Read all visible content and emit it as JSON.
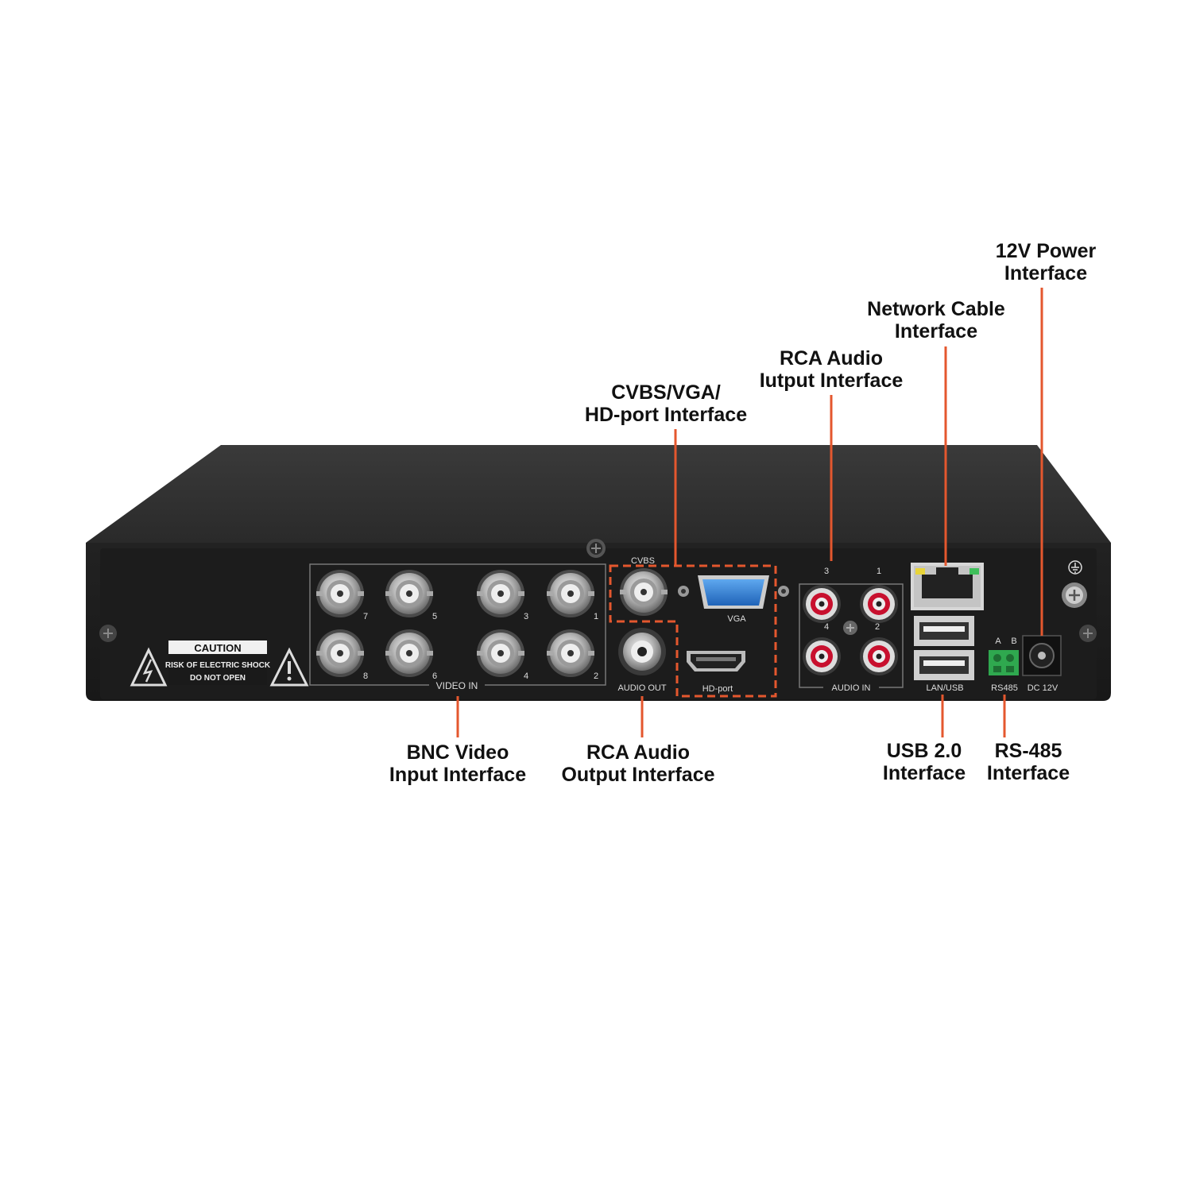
{
  "callouts": {
    "power": {
      "line1": "12V Power",
      "line2": "Interface"
    },
    "network": {
      "line1": "Network Cable",
      "line2": "Interface"
    },
    "rca_in": {
      "line1": "RCA Audio",
      "line2": "Iutput Interface"
    },
    "video_out": {
      "line1": "CVBS/VGA/",
      "line2": "HD-port Interface"
    },
    "bnc": {
      "line1": "BNC Video",
      "line2": "Input Interface"
    },
    "rca_out": {
      "line1": "RCA Audio",
      "line2": "Output Interface"
    },
    "usb": {
      "line1": "USB 2.0",
      "line2": "Interface"
    },
    "rs485": {
      "line1": "RS-485",
      "line2": "Interface"
    }
  },
  "panel": {
    "caution_title": "CAUTION",
    "caution_line1": "RISK OF ELECTRIC SHOCK",
    "caution_line2": "DO NOT OPEN",
    "video_in": "VIDEO IN",
    "bnc_numbers": [
      "7",
      "5",
      "3",
      "1",
      "8",
      "6",
      "4",
      "2"
    ],
    "cvbs": "CVBS",
    "vga": "VGA",
    "audio_out": "AUDIO OUT",
    "hd_port": "HD-port",
    "audio_in": "AUDIO IN",
    "rca_numbers": [
      "3",
      "1",
      "4",
      "2"
    ],
    "lan_usb": "LAN/USB",
    "rs485_a": "A",
    "rs485_b": "B",
    "rs485": "RS485",
    "dc12v": "DC 12V"
  },
  "colors": {
    "callout_line": "#e4572e",
    "chassis": "#262626",
    "panel": "#1b1b1b",
    "vga_port": "#2f7fd1",
    "rca_red": "#c8102e",
    "terminal_green": "#2fa84f"
  }
}
